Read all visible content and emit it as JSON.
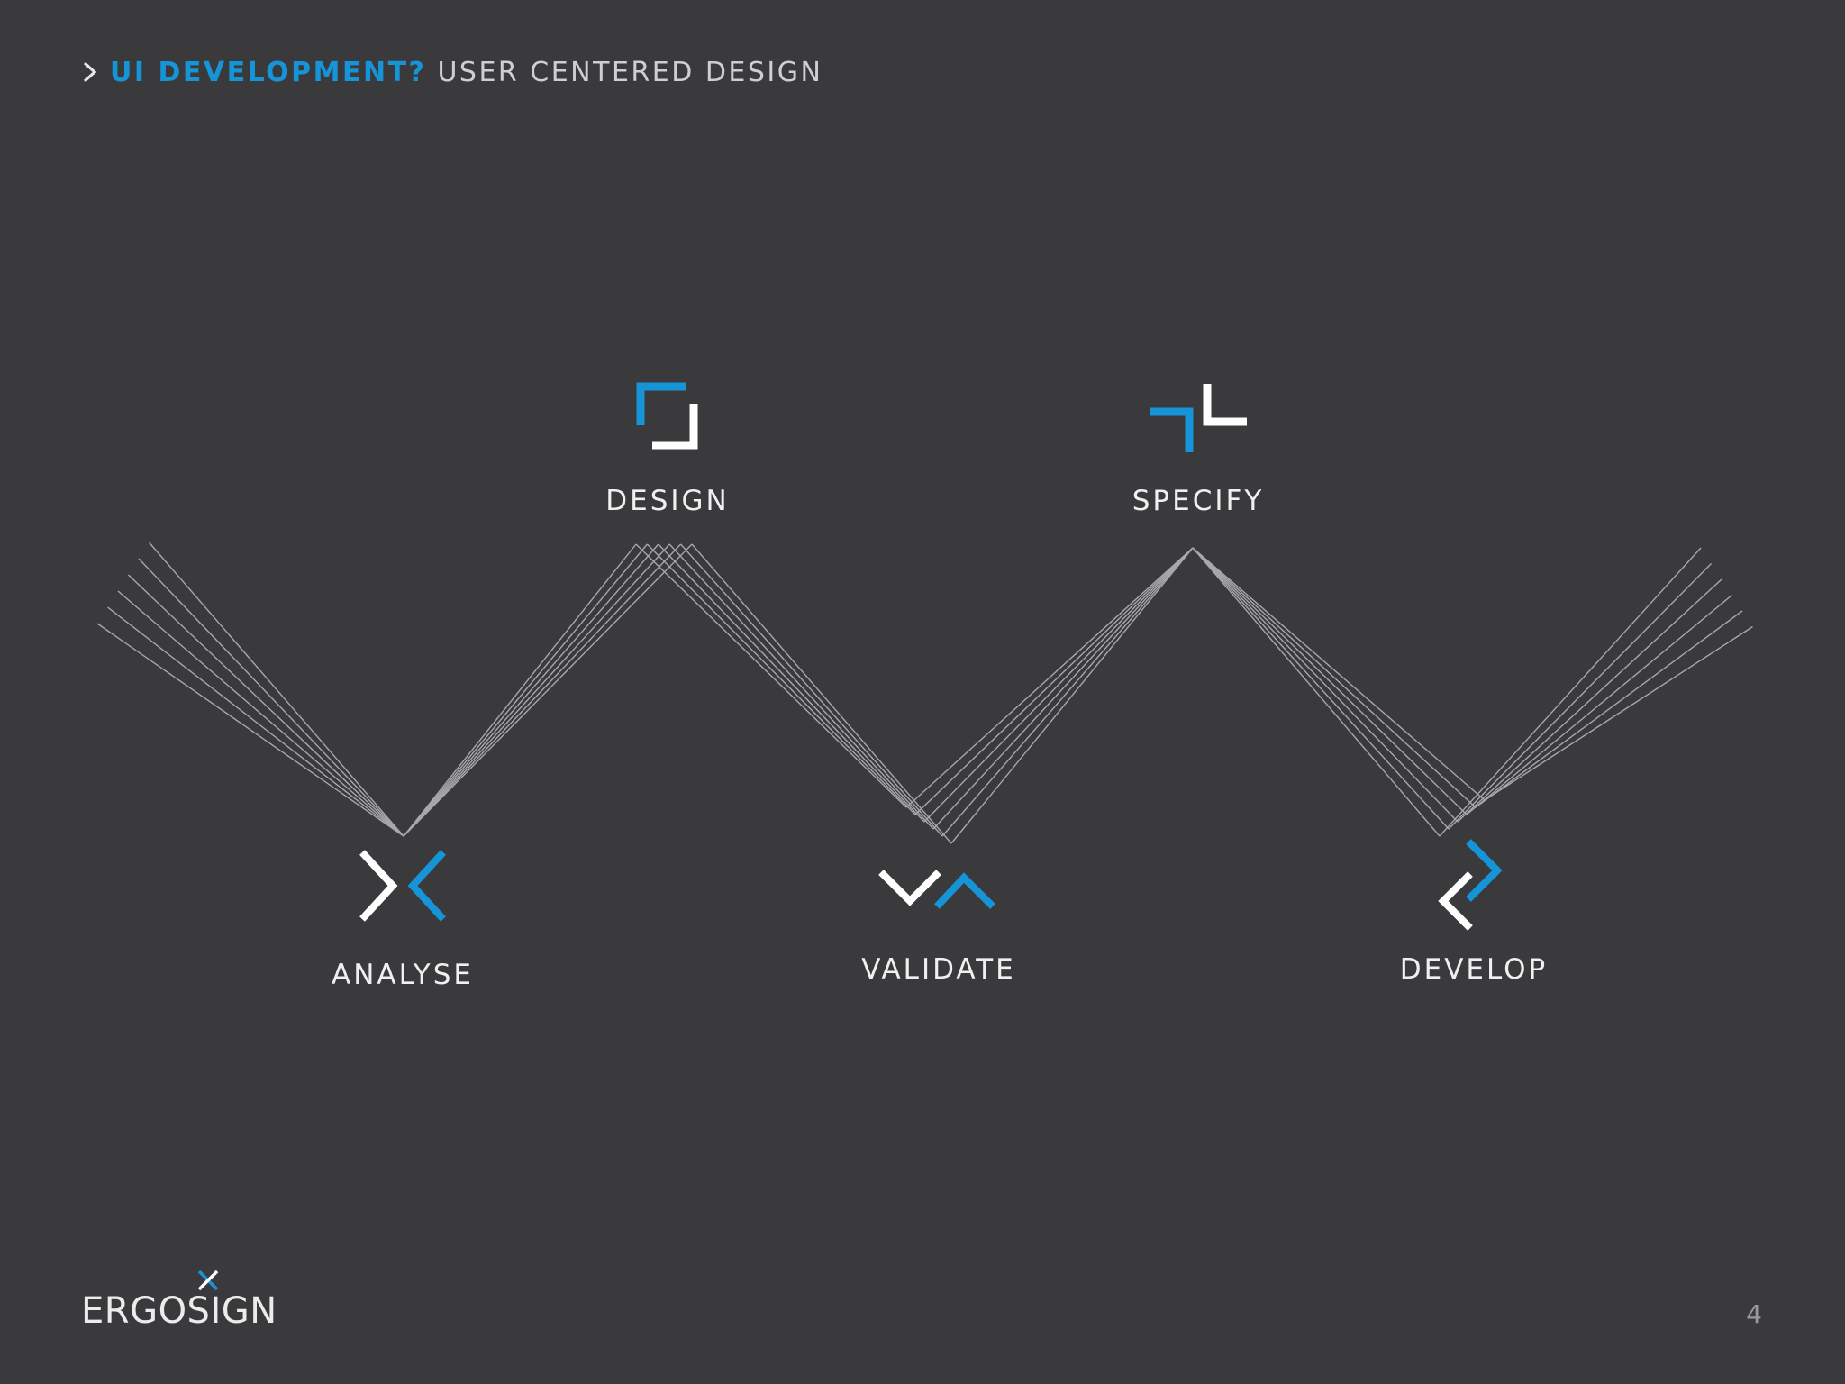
{
  "header": {
    "accent": "UI DEVELOPMENT?",
    "title": "USER CENTERED DESIGN"
  },
  "steps": [
    {
      "label": "ANALYSE",
      "icon": "converging-chevrons-icon"
    },
    {
      "label": "DESIGN",
      "icon": "corner-brackets-icon"
    },
    {
      "label": "VALIDATE",
      "icon": "check-caret-icon"
    },
    {
      "label": "SPECIFY",
      "icon": "offset-corners-icon"
    },
    {
      "label": "DEVELOP",
      "icon": "code-chevrons-icon"
    }
  ],
  "logo": {
    "text": "ERGOSIGN"
  },
  "page_number": "4",
  "colors": {
    "background": "#3a3a3d",
    "accent": "#1694d8",
    "white": "#ffffff",
    "lines": "#a8a8ab"
  }
}
